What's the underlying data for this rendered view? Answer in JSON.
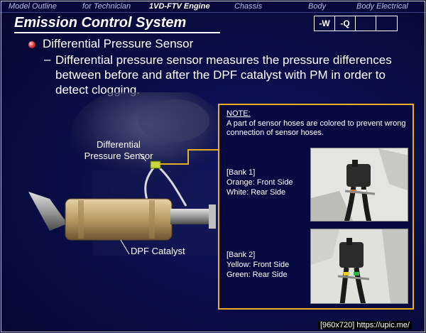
{
  "nav": {
    "items": [
      "Model Outline",
      "for Technician",
      "1VD-FTV Engine",
      "Chassis",
      "Body",
      "Body Electrical"
    ],
    "active_index": 2
  },
  "title": "Emission Control System",
  "codes": [
    "-W",
    "-Q",
    "",
    ""
  ],
  "bullet": {
    "main": "Differential Pressure Sensor",
    "dash": "–",
    "sub": "Differential pressure sensor measures the pressure differences between before and after the DPF catalyst with PM in order to detect clogging."
  },
  "diagram": {
    "sensor_label_line1": "Differential",
    "sensor_label_line2": "Pressure Sensor",
    "dpf_label": "DPF Catalyst"
  },
  "note": {
    "title": "NOTE:",
    "text": "A part of sensor hoses are colored to prevent wrong connection of sensor hoses.",
    "bank1": {
      "title": "[Bank 1]",
      "line1": "Orange: Front Side",
      "line2": "White: Rear Side"
    },
    "bank2": {
      "title": "[Bank 2]",
      "line1": "Yellow: Front Side",
      "line2": "Green: Rear Side"
    }
  },
  "footer_tag": "[960x720] https://upic.me/",
  "colors": {
    "accent": "#e8b020",
    "background": "#0a0e4a",
    "text": "#ffffff"
  }
}
